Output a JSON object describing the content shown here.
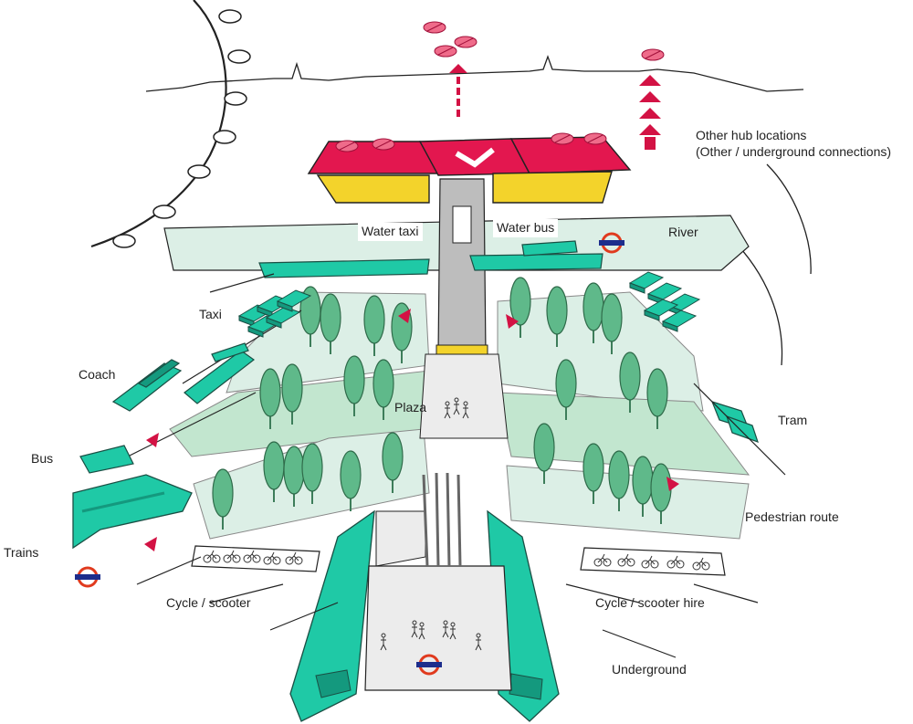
{
  "labels": {
    "other_hub_line1": "Other hub locations",
    "other_hub_line2": "(Other / underground connections)",
    "water_taxi": "Water taxi",
    "water_bus": "Water bus",
    "river": "River",
    "taxi": "Taxi",
    "coach": "Coach",
    "plaza": "Plaza",
    "tram": "Tram",
    "bus": "Bus",
    "pedestrian_route": "Pedestrian route",
    "trains": "Trains",
    "cycle_scooter": "Cycle / scooter",
    "cycle_scooter_hire": "Cycle / scooter hire",
    "underground": "Underground"
  },
  "colors": {
    "teal": "#1fc9a6",
    "magenta": "#e3174f",
    "yellow": "#f3d32b",
    "pale_green": "#dcefe6",
    "mid_green": "#c2e6cf",
    "tree_green": "#5fb98a",
    "grey": "#c8c8c8",
    "light_grey": "#ececec",
    "ink": "#222222",
    "roundel_red": "#e03a1e",
    "roundel_blue": "#1d2d8c"
  },
  "icons": [
    "london-underground-roundel-icon",
    "tree-icon",
    "vehicle-icon",
    "drone-icon",
    "arrow-icon"
  ]
}
